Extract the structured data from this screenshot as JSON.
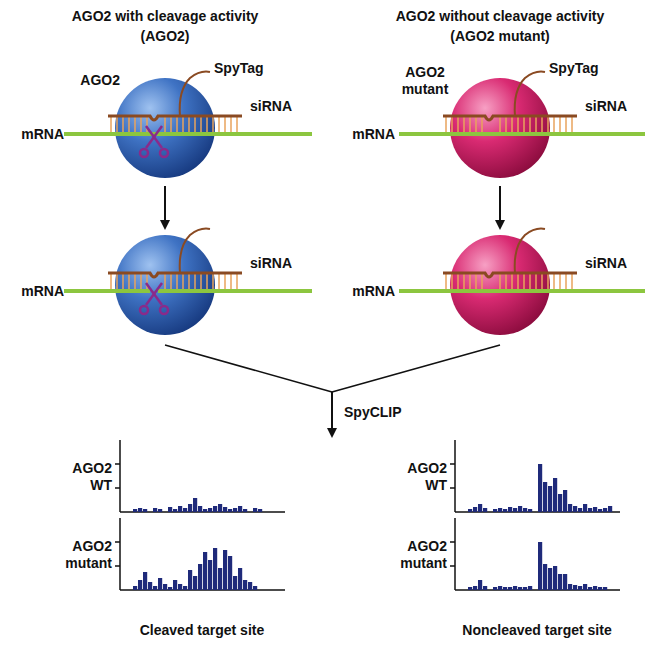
{
  "diagram": {
    "labels": [
      "AGO2 with cleavage activity",
      "(AGO2)",
      "AGO2 without cleavage activity",
      "(AGO2 mutant)",
      "AGO2",
      "SpyTag",
      "siRNA",
      "mRNA",
      "AGO2 mutant",
      "SpyTag",
      "siRNA",
      "mRNA",
      "siRNA",
      "mRNA",
      "siRNA",
      "mRNA",
      "SpyCLIP",
      "AGO2 WT",
      "AGO2 mutant",
      "AGO2 WT",
      "AGO2 mutant",
      "Cleaved target site",
      "Noncleaved target site"
    ]
  }
}
